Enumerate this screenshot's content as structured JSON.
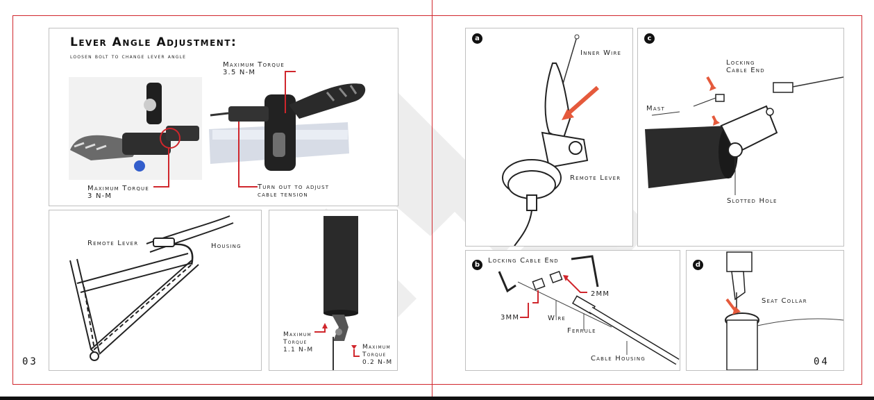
{
  "colors": {
    "accent": "#d0262c",
    "ink": "#111111",
    "panel_border": "#bfbfbf",
    "watermark": "#e6e6e6"
  },
  "left_page": {
    "page_number": "03",
    "lever_panel": {
      "title": "Lever Angle Adjustment:",
      "subtitle": "loosen bolt to change lever angle",
      "torque_right": "Maximum Torque\n3.5 N-M",
      "torque_left": "Maximum Torque\n3 N-M",
      "cable_tension": "Turn out to adjust\ncable tension"
    },
    "frame_panel": {
      "remote_lever": "Remote Lever",
      "housing": "Housing"
    },
    "post_panel": {
      "torque_a": "Maximum\nTorque\n1.1 N-M",
      "torque_b": "Maximum\nTorque\n0.2 N-M"
    }
  },
  "right_page": {
    "page_number": "04",
    "panel_a": {
      "badge": "a",
      "inner_wire": "Inner Wire",
      "remote_lever": "Remote Lever"
    },
    "panel_b": {
      "badge": "b",
      "locking_cable_end": "Locking Cable End",
      "size_2mm": "2MM",
      "size_3mm": "3MM",
      "wire": "Wire",
      "ferrule": "Ferrule",
      "cable_housing": "Cable Housing"
    },
    "panel_c": {
      "badge": "c",
      "locking_cable_end": "Locking\nCable End",
      "mast": "Mast",
      "slotted_hole": "Slotted Hole"
    },
    "panel_d": {
      "badge": "d",
      "seat_collar": "Seat Collar"
    }
  }
}
